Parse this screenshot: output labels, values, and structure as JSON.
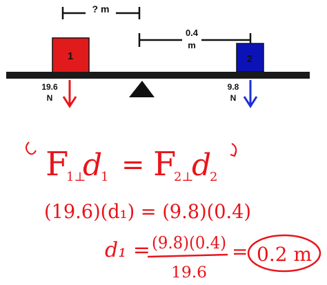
{
  "diagram": {
    "box1": {
      "label": "1",
      "color": "#e11b1b"
    },
    "box2": {
      "label": "2",
      "color": "#0b13b8"
    },
    "dim_left": "? m",
    "dim_right_value": "0.4",
    "dim_right_unit": "m",
    "force1": {
      "value": "19.6",
      "unit": "N",
      "color": "#e8141b"
    },
    "force2": {
      "value": "9.8",
      "unit": "N",
      "color": "#1b2fd6"
    }
  },
  "equations": {
    "torque_balance": {
      "F": "F",
      "sub1": "1⊥",
      "d": "d",
      "d_sub1": "1",
      "equals": "=",
      "sub2": "2⊥",
      "d_sub2": "2"
    },
    "substituted": "(19.6)(d₁) = (9.8)(0.4)",
    "solve_lhs": "d₁ =",
    "solve_numerator": "(9.8)(0.4)",
    "solve_denominator": "19.6",
    "solve_equals": "=",
    "answer": "0.2 m"
  },
  "colors": {
    "handwriting": "#e8141b",
    "beam": "#1a1a1a"
  }
}
